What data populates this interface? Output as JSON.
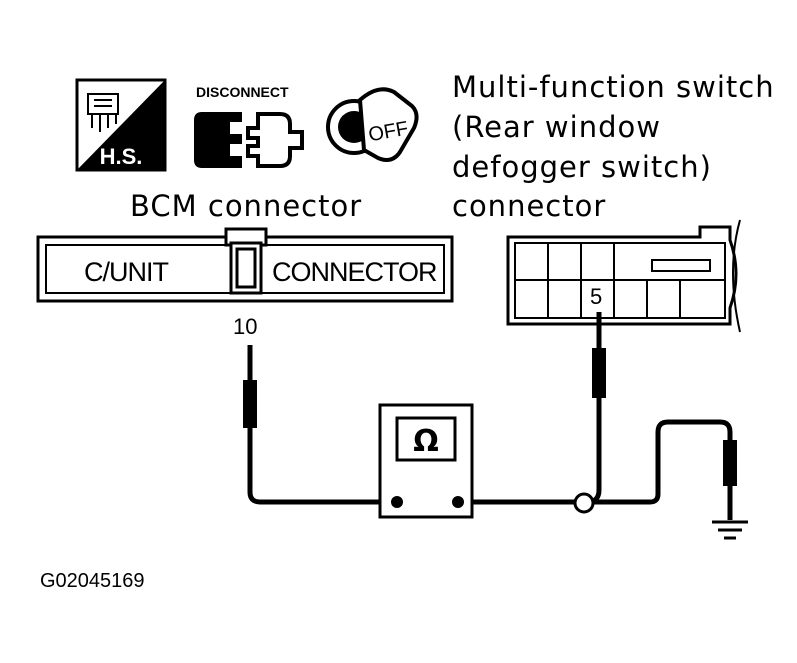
{
  "icons": {
    "hs_label": "H.S.",
    "disconnect_label": "DISCONNECT",
    "key_label": "OFF"
  },
  "labels": {
    "switch_line1": "Multi-function switch",
    "switch_line2": "(Rear window",
    "switch_line3": "defogger switch)",
    "switch_line4": "connector",
    "bcm": "BCM connector"
  },
  "bcm_connector": {
    "left_text": "C/UNIT",
    "right_text": "CONNECTOR",
    "terminal": "10"
  },
  "switch_connector": {
    "terminal": "5"
  },
  "meter": {
    "symbol": "Ω"
  },
  "figure_id": "G02045169"
}
